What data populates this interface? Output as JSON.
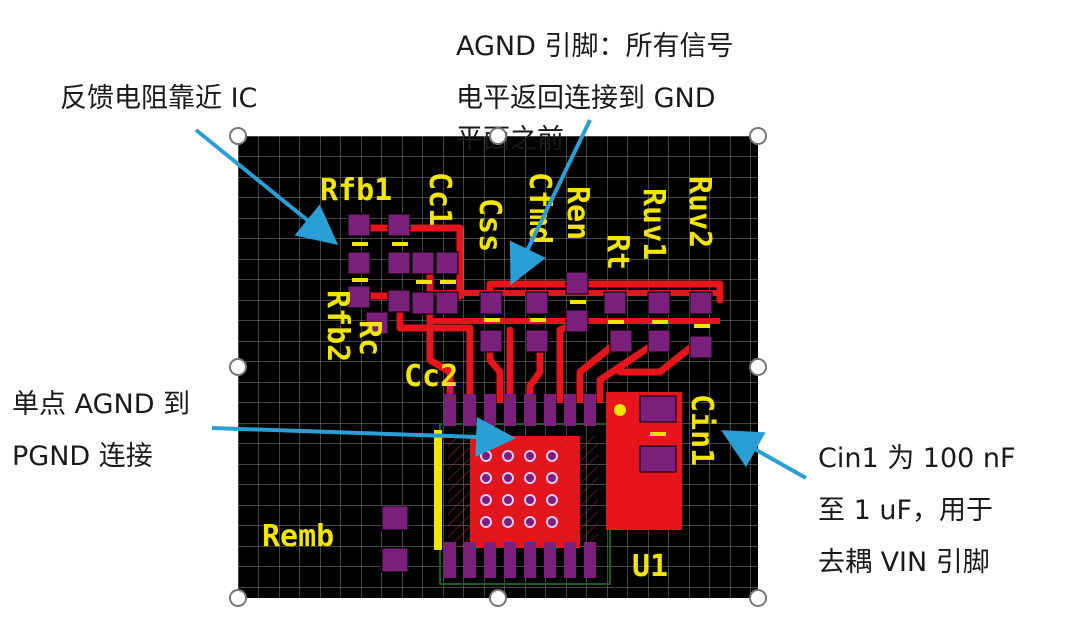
{
  "annotations": {
    "feedback": "反馈电阻靠近 IC",
    "agnd_pin": [
      "AGND 引脚：所有信号",
      "电平返回连接到 GND",
      "平面之前"
    ],
    "single_point": [
      "单点 AGND 到",
      "PGND 连接"
    ],
    "cin": [
      "Cin1 为 100 nF",
      "至 1 uF，用于",
      "去耦 VIN 引脚"
    ]
  },
  "components": {
    "rfb1": "Rfb1",
    "rfb2": "Rfb2",
    "rc": "Rc",
    "cc1": "Cc1",
    "cc2": "Cc2",
    "css": "Css",
    "cfmd": "Cfmd",
    "ren": "Ren",
    "rt": "Rt",
    "ruv1": "Ruv1",
    "ruv2": "Ruv2",
    "cin1": "Cin1",
    "remb": "Remb",
    "u1": "U1"
  },
  "colors": {
    "board": "#000000",
    "grid": "#8a8a8a",
    "copper": "#e8141c",
    "pad": "#7a1f7a",
    "silkscreen": "#f2e500",
    "arrow": "#2a9fd6"
  }
}
